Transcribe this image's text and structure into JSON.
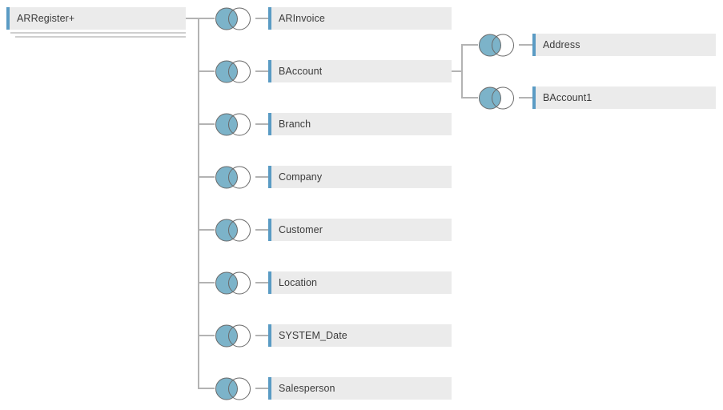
{
  "diagram": {
    "type": "hierarchy-tree",
    "orientation": "left-to-right",
    "colors": {
      "bar_background": "#ebebeb",
      "bar_accent": "#5a9bc4",
      "connector": "#b3b3b3",
      "icon_fill": "#7cb3c9",
      "icon_stroke": "#6a6a6a",
      "icon_empty_fill": "#ffffff",
      "label_text": "#3b3b3b",
      "stack_shadow": "#cfcfcf",
      "canvas": "#ffffff"
    },
    "root": {
      "label": "ARRegister+",
      "icon": "stacked-table-icon",
      "stacked": true
    },
    "children": [
      {
        "label": "ARInvoice",
        "icon": "venn-join-icon",
        "expanded": false
      },
      {
        "label": "BAccount",
        "icon": "venn-join-icon",
        "expanded": true,
        "children": [
          {
            "label": "Address",
            "icon": "venn-join-icon",
            "expanded": false
          },
          {
            "label": "BAccount1",
            "icon": "venn-join-icon",
            "expanded": false
          }
        ]
      },
      {
        "label": "Branch",
        "icon": "venn-join-icon",
        "expanded": false
      },
      {
        "label": "Company",
        "icon": "venn-join-icon",
        "expanded": false
      },
      {
        "label": "Customer",
        "icon": "venn-join-icon",
        "expanded": false
      },
      {
        "label": "Location",
        "icon": "venn-join-icon",
        "expanded": false
      },
      {
        "label": "SYSTEM_Date",
        "icon": "venn-join-icon",
        "expanded": false
      },
      {
        "label": "Salesperson",
        "icon": "venn-join-icon",
        "expanded": false
      }
    ]
  }
}
